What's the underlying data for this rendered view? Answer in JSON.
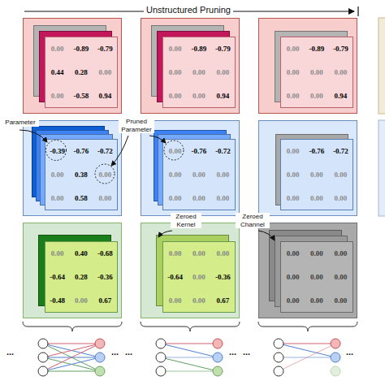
{
  "diagram": {
    "title": "Unstructured Pruning",
    "nodes": [
      {
        "text": [
          "0.00",
          "-0.89",
          "-0.79",
          "0.44",
          "0.28",
          "0.00",
          "0.00",
          "-0.58",
          "0.94"
        ]
      },
      {
        "text": [
          "0.00",
          "-0.89",
          "-0.79",
          "0.00",
          "0.00",
          "0.00",
          "0.00",
          "0.00",
          "0.94"
        ]
      },
      {
        "text": [
          "0.00",
          "-0.89",
          "-0.79",
          "0.00",
          "0.00",
          "0.00",
          "0.00",
          "0.00",
          "0.94"
        ]
      },
      {
        "text": [
          "-0.39",
          "-0.76",
          "-0.72",
          "0.00",
          "0.38",
          "0.00",
          "0.00",
          "0.58",
          "0.00"
        ]
      },
      {
        "text": [
          "0.00",
          "-0.76",
          "-0.72",
          "0.00",
          "0.00",
          "0.00",
          "0.00",
          "0.00",
          "0.00"
        ]
      },
      {
        "text": [
          "0.00",
          "-0.76",
          "-0.72",
          "0.00",
          "0.00",
          "0.00",
          "0.00",
          "0.00",
          "0.00"
        ]
      },
      {
        "text": [
          "0.00",
          "0.40",
          "-0.68",
          "-0.64",
          "0.28",
          "-0.36",
          "-0.48",
          "0.00",
          "0.67"
        ]
      },
      {
        "text": [
          "0.00",
          "0.00",
          "0.00",
          "-0.64",
          "0.00",
          "-0.36",
          "0.00",
          "0.00",
          "0.67"
        ]
      },
      {
        "text": [
          "0.00",
          "0.00",
          "0.00",
          "0.00",
          "0.00",
          "0.00",
          "0.00",
          "0.00",
          "0.00"
        ]
      }
    ],
    "labels": [
      "Parameter",
      "Pruned Parameter",
      "Zeroed Kernel",
      "Zeroed Channel",
      "...",
      "...",
      "...",
      "...",
      "...",
      "..."
    ]
  }
}
